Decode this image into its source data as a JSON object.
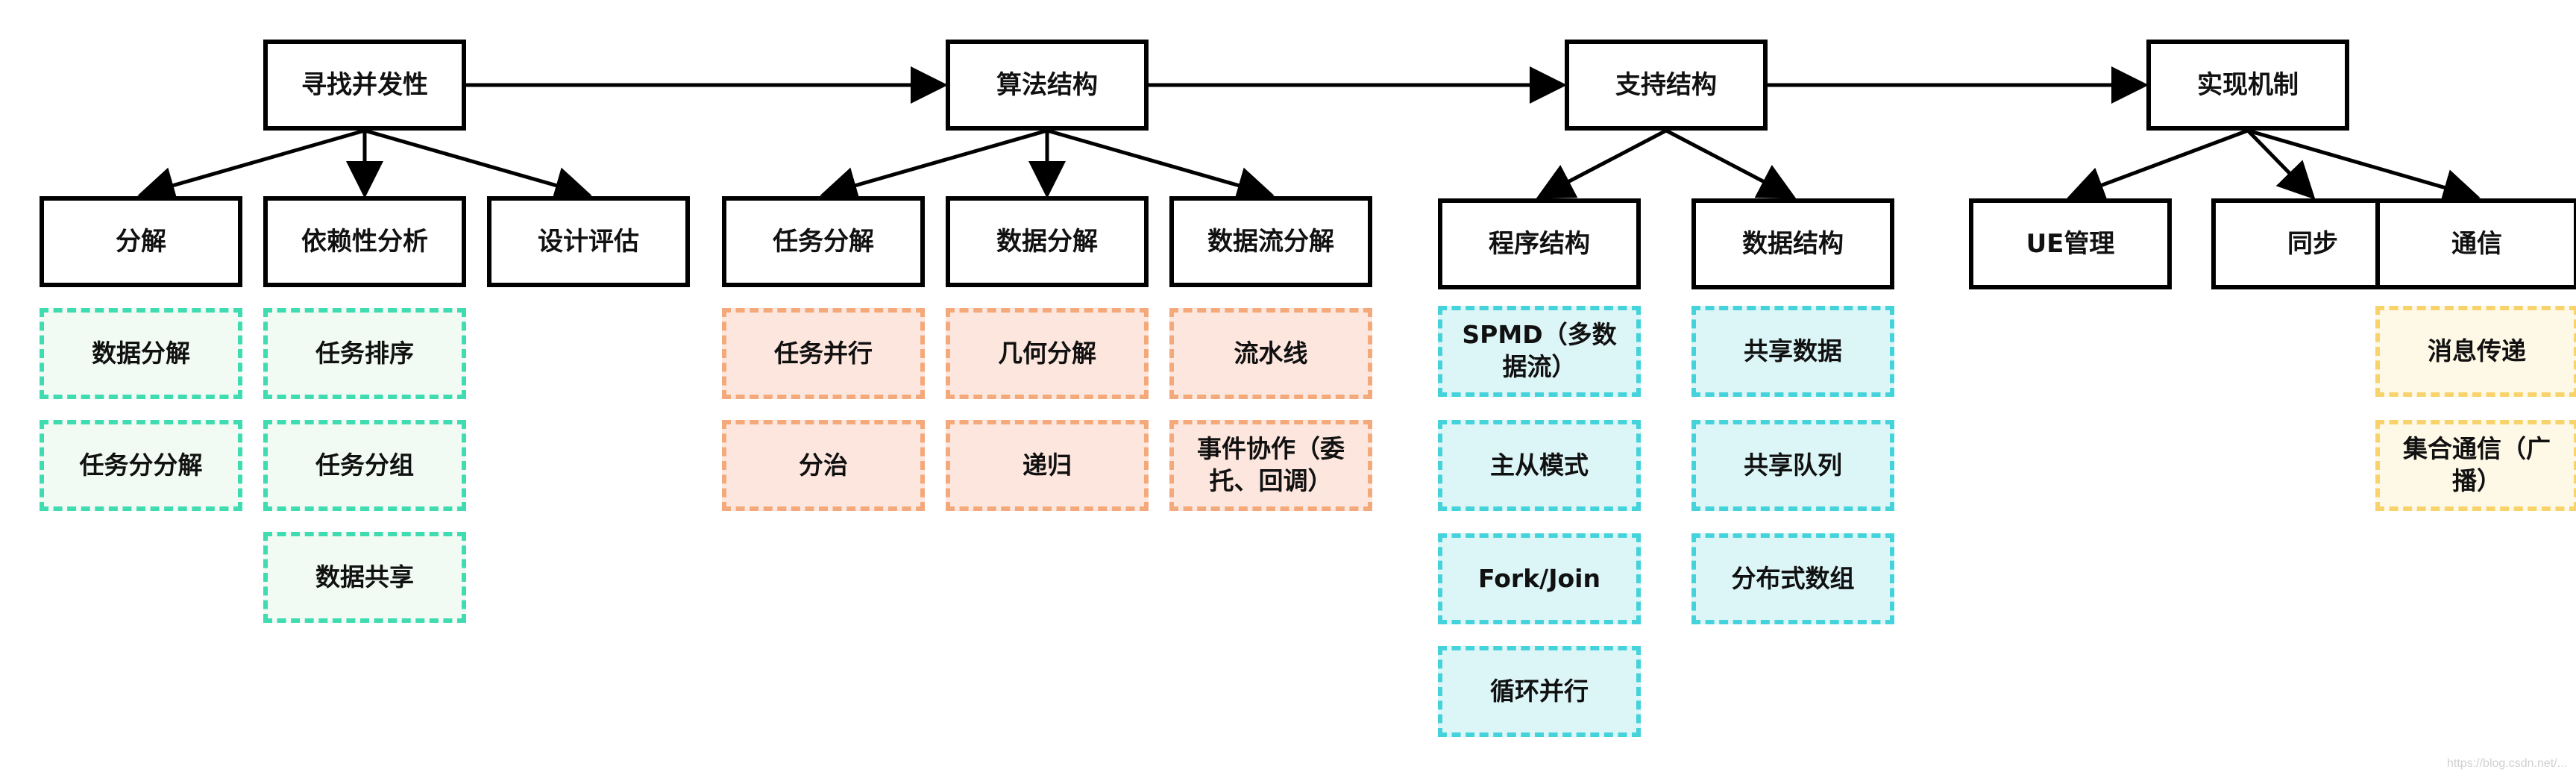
{
  "diagram": {
    "phases": [
      {
        "id": "p1",
        "label": "寻找并发性",
        "children": [
          {
            "id": "c1",
            "label": "分解",
            "items": [
              "数据分解",
              "任务分分解"
            ],
            "color": "#3fdcb2"
          },
          {
            "id": "c2",
            "label": "依赖性分析",
            "items": [
              "任务排序",
              "任务分组",
              "数据共享"
            ],
            "color": "#3fdcb2"
          },
          {
            "id": "c3",
            "label": "设计评估",
            "items": []
          }
        ]
      },
      {
        "id": "p2",
        "label": "算法结构",
        "children": [
          {
            "id": "c4",
            "label": "任务分解",
            "items": [
              "任务并行",
              "分治"
            ],
            "color": "#f4a97a"
          },
          {
            "id": "c5",
            "label": "数据分解",
            "items": [
              "几何分解",
              "递归"
            ],
            "color": "#f4a97a"
          },
          {
            "id": "c6",
            "label": "数据流分解",
            "items": [
              "流水线",
              "事件协作（委托、回调）"
            ],
            "color": "#f4a97a"
          }
        ]
      },
      {
        "id": "p3",
        "label": "支持结构",
        "children": [
          {
            "id": "c7",
            "label": "程序结构",
            "items": [
              "SPMD（多数据流）",
              "主从模式",
              "Fork/Join",
              "循环并行"
            ],
            "color": "#44d3da"
          },
          {
            "id": "c8",
            "label": "数据结构",
            "items": [
              "共享数据",
              "共享队列",
              "分布式数组"
            ],
            "color": "#44d3da"
          }
        ]
      },
      {
        "id": "p4",
        "label": "实现机制",
        "children": [
          {
            "id": "c9",
            "label": "UE管理",
            "items": []
          },
          {
            "id": "c10",
            "label": "同步",
            "items": []
          },
          {
            "id": "c11",
            "label": "通信",
            "items": [
              "消息传递",
              "集合通信（广播）"
            ],
            "color": "#f8d36b"
          }
        ]
      }
    ]
  },
  "watermark": "https://blog.csdn.net/..."
}
